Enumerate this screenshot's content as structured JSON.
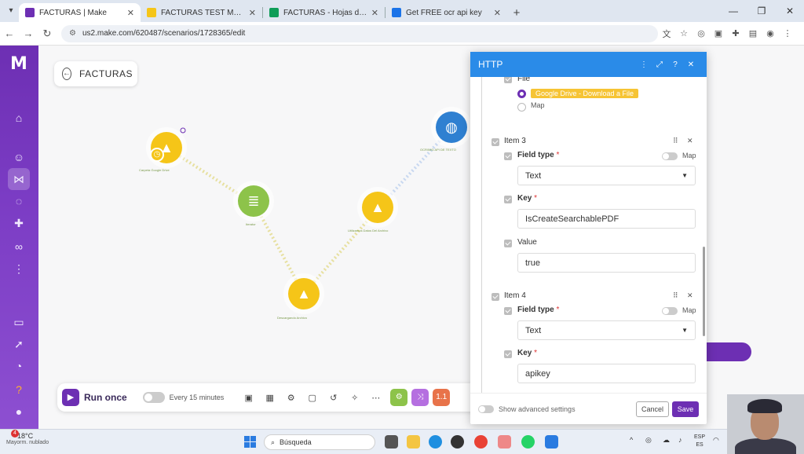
{
  "browser": {
    "tabs": [
      {
        "label": "FACTURAS | Make",
        "color": "#6d2fb3",
        "active": true
      },
      {
        "label": "FACTURAS TEST MAKE - Googl",
        "color": "#34a853",
        "active": false
      },
      {
        "label": "FACTURAS - Hojas de cálculo de",
        "color": "#0f9d58",
        "active": false
      },
      {
        "label": "Get FREE ocr api key",
        "color": "#1a73e8",
        "active": false
      }
    ],
    "url": "us2.make.com/620487/scenarios/1728365/edit"
  },
  "scenario": {
    "title": "FACTURAS"
  },
  "nodes": [
    {
      "label": "Carpeta Google Drive"
    },
    {
      "label": "Iterator"
    },
    {
      "label": "Descargando Archivo"
    },
    {
      "label": "Utilizamos Datos Del Archivo"
    },
    {
      "label": "OCR/IMG API DE TEXTO"
    }
  ],
  "toolbar": {
    "run_label": "Run once",
    "schedule": "Every 15 minutes",
    "chip_label": "1.1"
  },
  "panel": {
    "title": "HTTP",
    "file_label": "File",
    "file_value": "Google Drive - Download a File",
    "map_label": "Map",
    "items": [
      {
        "title": "Item 3",
        "field_type_label": "Field type",
        "field_type_value": "Text",
        "key_label": "Key",
        "key_value": "IsCreateSearchablePDF",
        "value_label": "Value",
        "value_value": "true"
      },
      {
        "title": "Item 4",
        "field_type_label": "Field type",
        "field_type_value": "Text",
        "key_label": "Key",
        "key_value": "apikey"
      }
    ],
    "show_advanced": "Show advanced settings",
    "cancel_label": "Cancel",
    "save_label": "Save"
  },
  "taskbar": {
    "weather_temp": "18°C",
    "weather_desc": "Mayorm. nublado",
    "notification_count": "4",
    "search_placeholder": "Búsqueda",
    "lang_line1": "ESP",
    "lang_line2": "ES"
  },
  "colors": {
    "brand_purple": "#6d2fb3",
    "http_blue": "#2a8be8",
    "drive_yellow": "#f5c518",
    "iterator_green": "#8dc34a"
  }
}
